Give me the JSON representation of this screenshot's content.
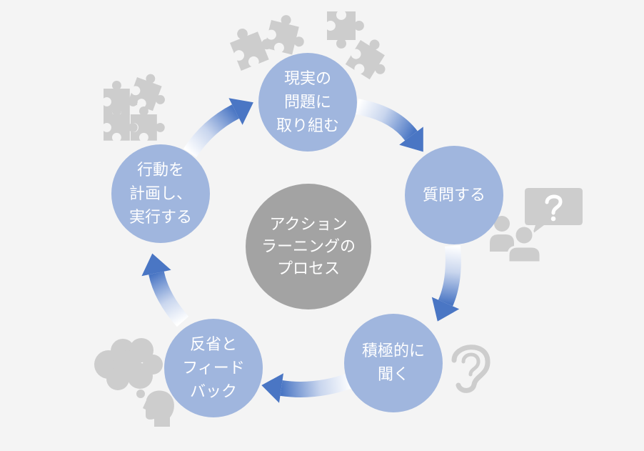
{
  "diagram": {
    "center": {
      "lines": [
        "アクション",
        "ラーニングの",
        "プロセス"
      ]
    },
    "steps": [
      {
        "lines": [
          "現実の",
          "問題に",
          "取り組む"
        ],
        "icons": [
          "puzzle-pieces-icon"
        ]
      },
      {
        "lines": [
          "質問する"
        ],
        "icons": [
          "question-speech-bubble-icon",
          "people-icon"
        ]
      },
      {
        "lines": [
          "積極的に",
          "聞く"
        ],
        "icons": [
          "ear-icon"
        ]
      },
      {
        "lines": [
          "反省と",
          "フィード",
          "バック"
        ],
        "icons": [
          "thought-cloud-icon",
          "head-profile-icon"
        ]
      },
      {
        "lines": [
          "行動を",
          "計画し、",
          "実行する"
        ],
        "icons": [
          "puzzle-pieces-icon"
        ]
      }
    ]
  },
  "colors": {
    "background": "#f4f4f4",
    "step_circle": "#a0b6de",
    "center_circle": "#a3a3a3",
    "arrow": "#4a76c4",
    "icon": "#cdcdcd",
    "text": "#ffffff"
  }
}
